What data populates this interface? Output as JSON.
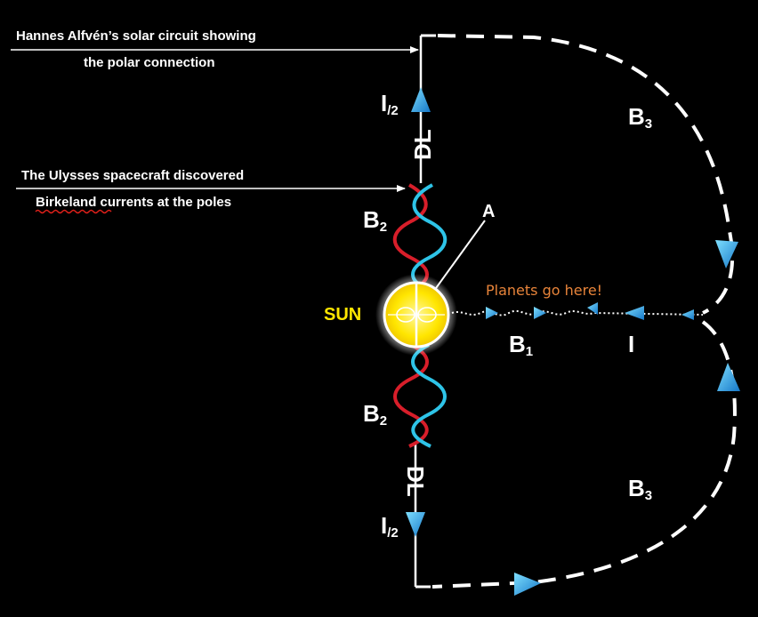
{
  "annotations": {
    "alfven_line1": "Hannes Alfvén’s solar circuit showing",
    "alfven_line2": "the polar connection",
    "ulysses_line1": "The Ulysses spacecraft discovered",
    "ulysses_line2_word": "Birkeland",
    "ulysses_line2_rest": " currents at the poles"
  },
  "labels": {
    "sun": "SUN",
    "a": "A",
    "planets": "Planets go here!",
    "i_main": "I",
    "i_half_top": "I",
    "i_half_top_sub": "/2",
    "i_half_bottom": "I",
    "i_half_bottom_sub": "/2",
    "dl_top": "DL",
    "dl_bottom": "DL",
    "b1": "B",
    "b1_sub": "1",
    "b2_top": "B",
    "b2_top_sub": "2",
    "b2_bottom": "B",
    "b2_bottom_sub": "2",
    "b3_top": "B",
    "b3_top_sub": "3",
    "b3_bottom": "B",
    "b3_bottom_sub": "3"
  },
  "colors": {
    "background": "#000000",
    "text": "#ffffff",
    "sun_fill": "#ffe600",
    "sun_label": "#ffe600",
    "planets_text": "#e8843a",
    "helix_red": "#d81e2a",
    "helix_cyan": "#2ec4e8",
    "arrow": "#2aa8e6",
    "spellcheck_underline": "#e0201a"
  }
}
